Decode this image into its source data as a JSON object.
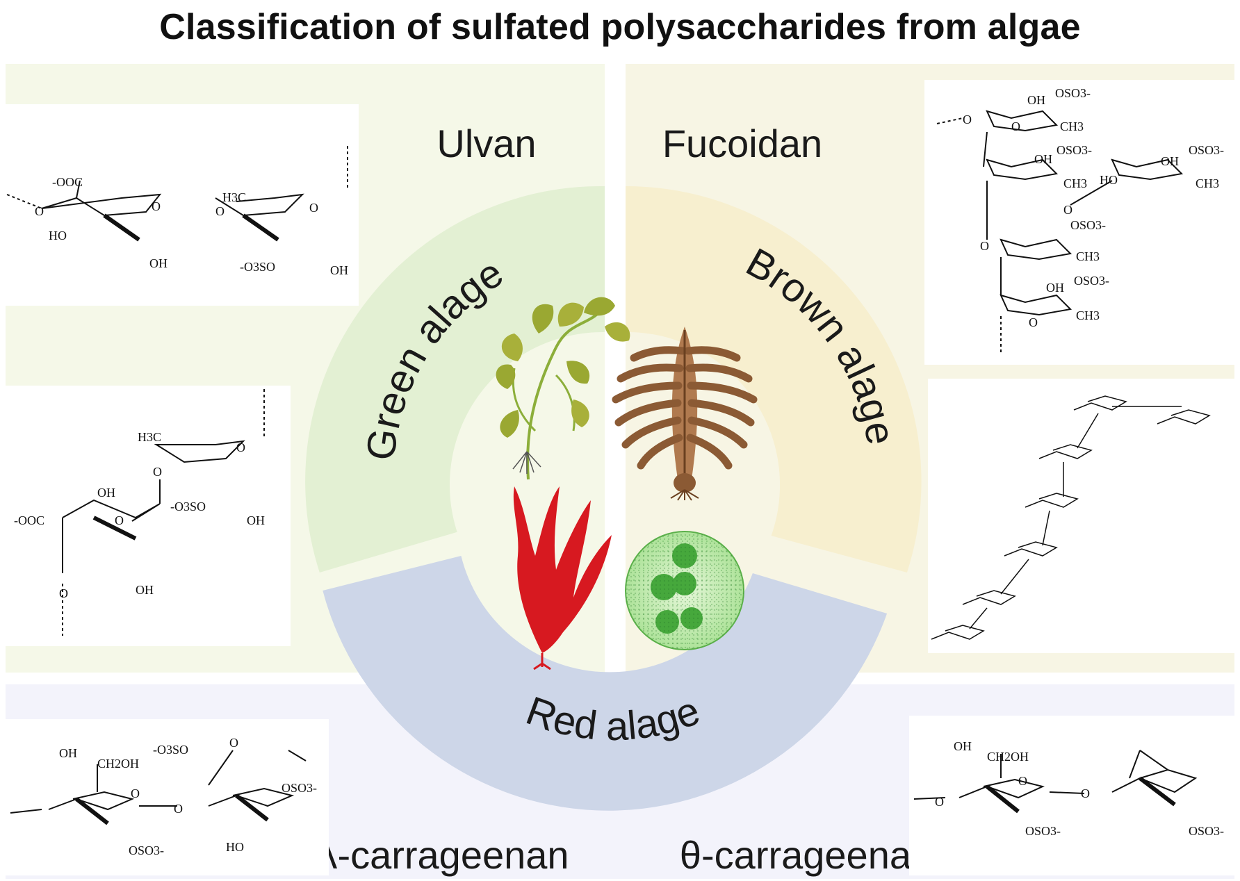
{
  "title": "Classification of sulfated polysaccharides from algae",
  "colors": {
    "green_bg": "#f5f8e8",
    "green_ring": "#e3f0d3",
    "brown_bg": "#f7f5e4",
    "brown_ring": "#f7efcf",
    "red_bg": "#f3f3fb",
    "red_ring": "#cdd6e8",
    "red_algae": "#d71920",
    "green_algae": "#7ccc63",
    "brown_algae": "#8b5a34",
    "leaf_green": "#9aa832"
  },
  "groups": {
    "green": {
      "ring_label": "Green alage",
      "polysaccharide": "Ulvan"
    },
    "brown": {
      "ring_label": "Brown alage",
      "polysaccharide": "Fucoidan"
    },
    "red": {
      "ring_label": "Red alage",
      "polysaccharide_1": "λ-carrageenan",
      "polysaccharide_2": "θ-carrageenan"
    }
  },
  "chem": {
    "ulvan1": {
      "a": "-OOC",
      "b": "O",
      "c": "O",
      "d": "HO",
      "e": "OH",
      "f": "O",
      "g": "H3C",
      "h": "O",
      "i": "-O3SO",
      "j": "OH"
    },
    "ulvan2": {
      "a": "H3C",
      "b": "O",
      "c": "O",
      "d": "OH",
      "e": "-OOC",
      "f": "O",
      "g": "-O3SO",
      "h": "OH",
      "i": "OH",
      "j": "O"
    },
    "fucoidan1": {
      "a": "OH",
      "b": "OSO3-",
      "c": "O",
      "d": "O",
      "e": "CH3",
      "f": "OH",
      "g": "OSO3-",
      "h": "CH3",
      "i": "HO",
      "j": "OH",
      "k": "OSO3-",
      "l": "CH3",
      "m": "O",
      "n": "OSO3-",
      "o": "CH3",
      "p": "O",
      "q": "OH",
      "r": "OSO3-",
      "s": "CH3",
      "t": "O"
    },
    "lambda": {
      "a": "OH",
      "b": "CH2OH",
      "c": "-O3SO",
      "d": "O",
      "e": "O",
      "f": "OSO3-",
      "g": "O",
      "h": "OSO3-",
      "i": "HO"
    },
    "theta": {
      "a": "OH",
      "b": "CH2OH",
      "c": "O",
      "d": "O",
      "e": "O",
      "f": "OSO3-",
      "g": "OSO3-"
    }
  }
}
